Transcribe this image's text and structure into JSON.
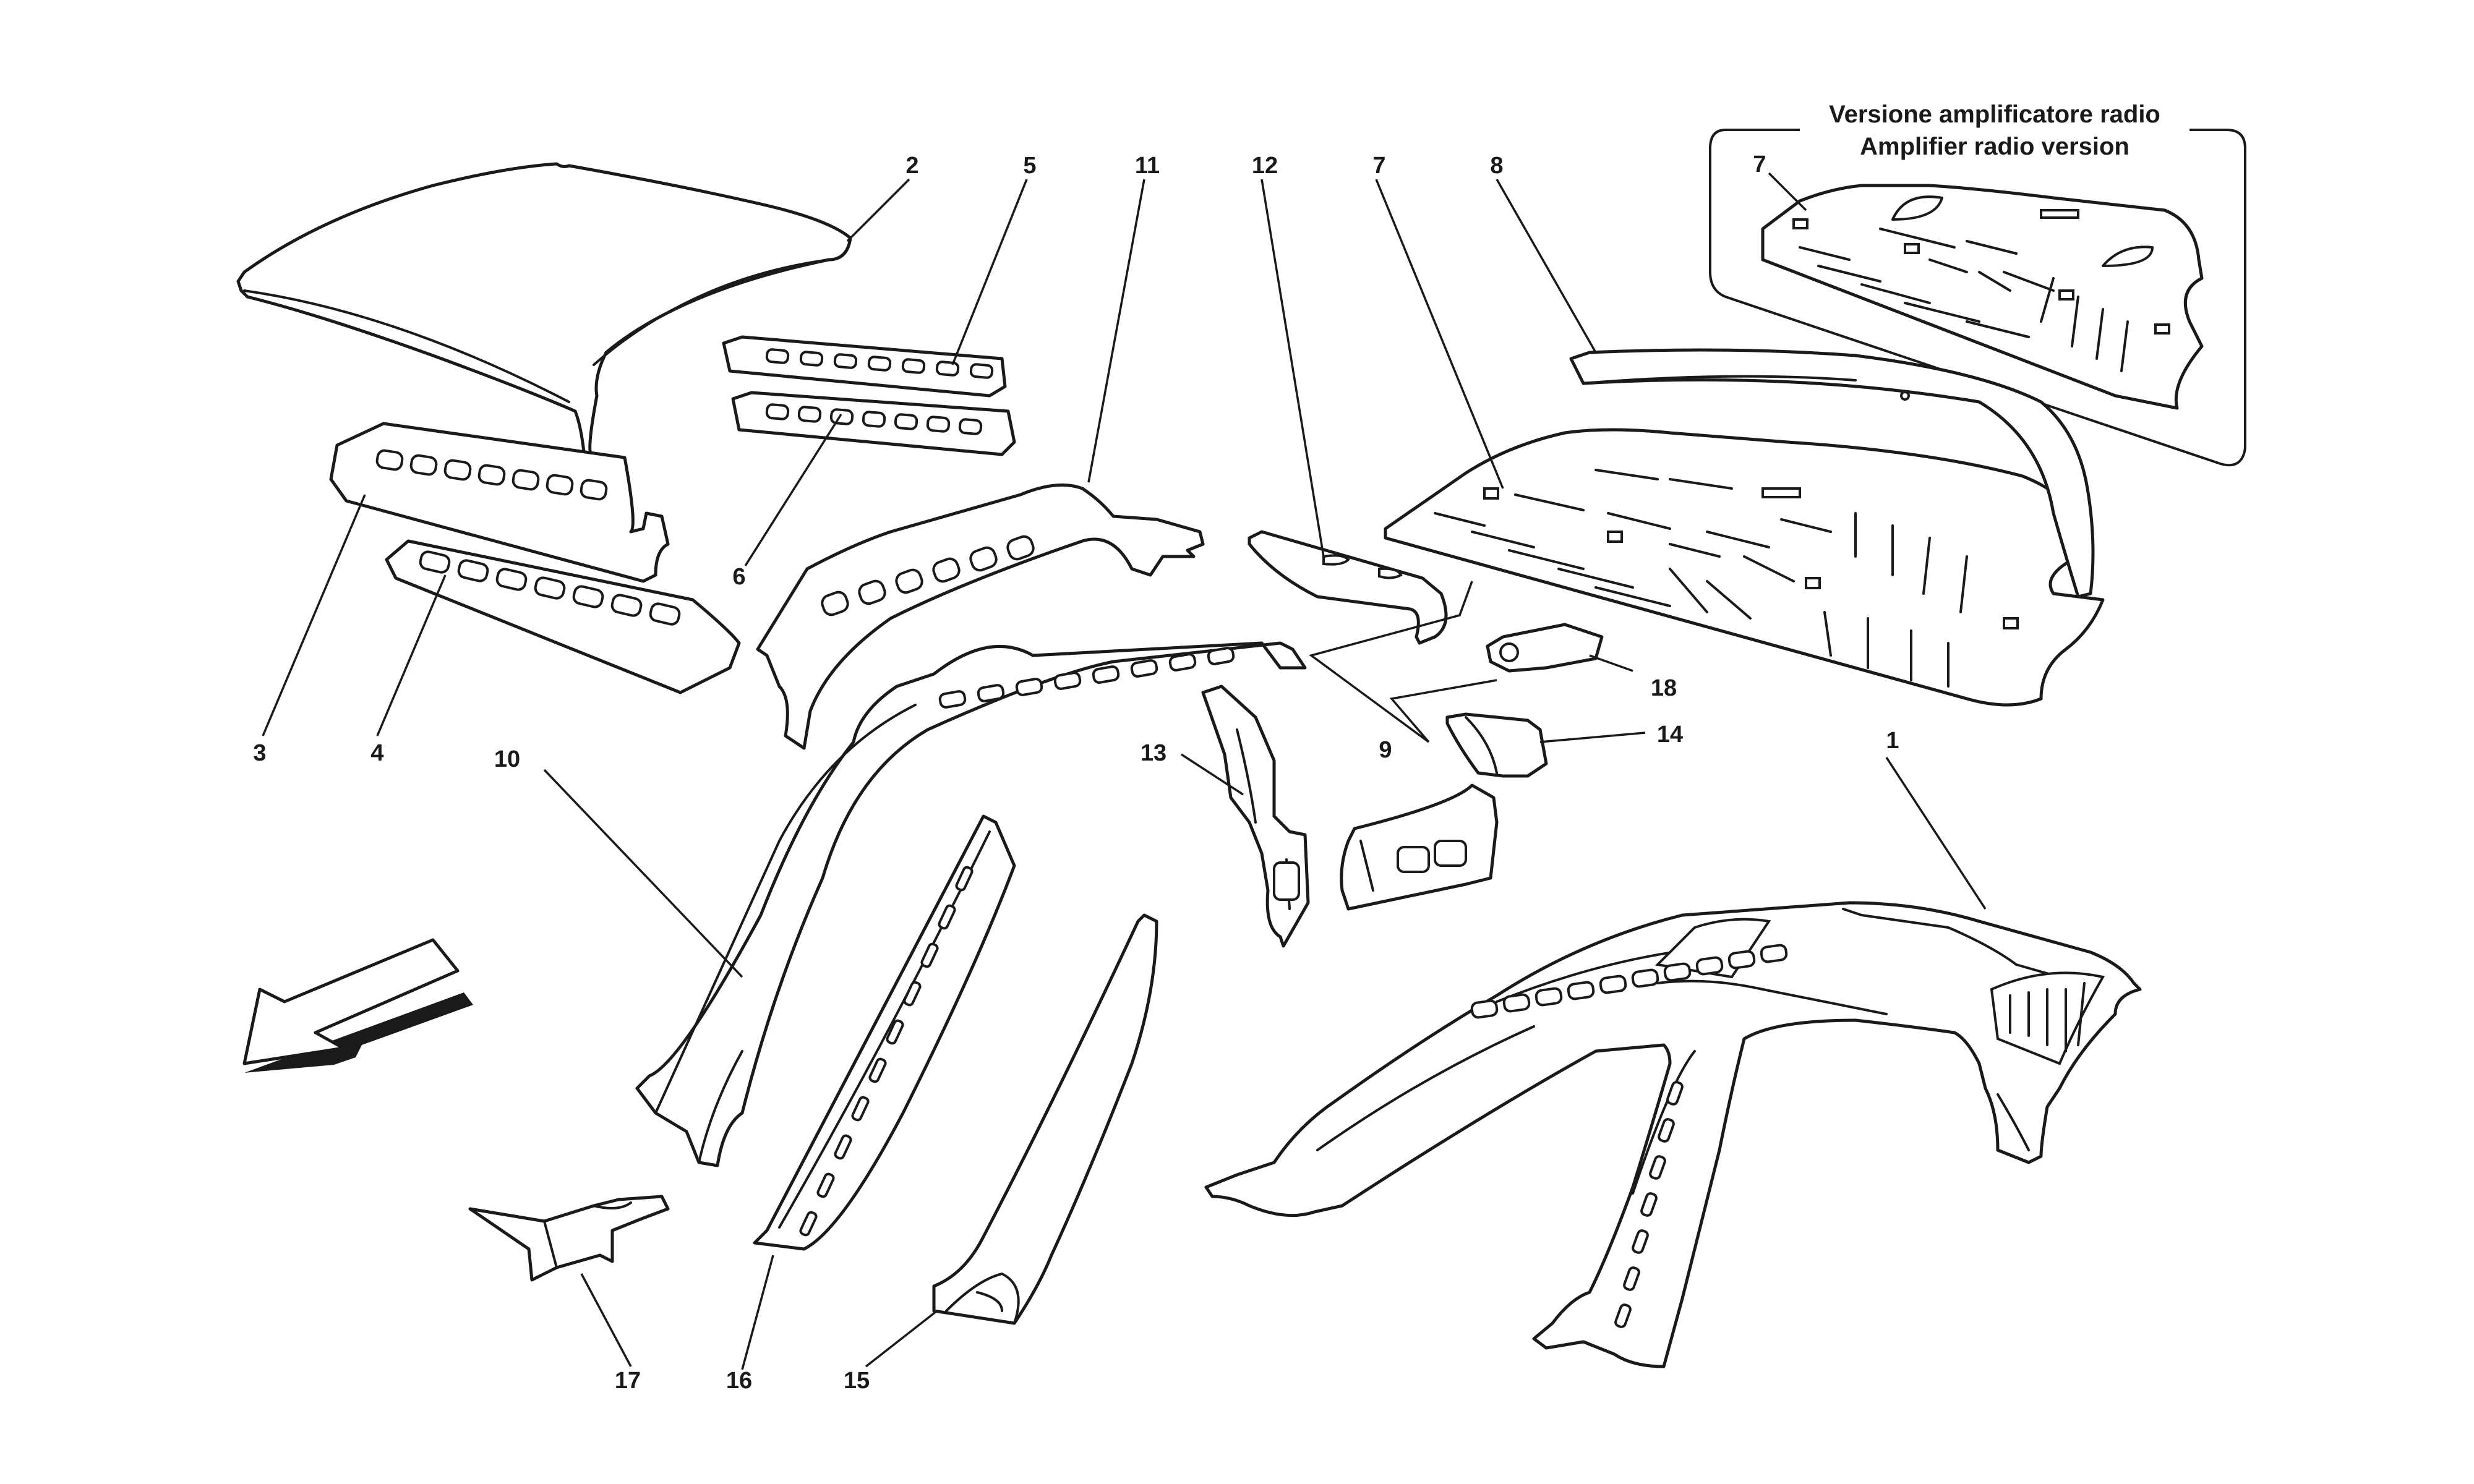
{
  "inset": {
    "title_it": "Versione amplificatore radio",
    "title_en": "Amplifier radio version",
    "callout": "7"
  },
  "callouts": {
    "c1": "1",
    "c2": "2",
    "c3": "3",
    "c4": "4",
    "c5": "5",
    "c6": "6",
    "c7": "7",
    "c8": "8",
    "c9": "9",
    "c10": "10",
    "c11": "11",
    "c12": "12",
    "c13": "13",
    "c14": "14",
    "c15": "15",
    "c16": "16",
    "c17": "17",
    "c18": "18"
  },
  "icons": {
    "direction": "forward-direction-arrow-icon"
  }
}
